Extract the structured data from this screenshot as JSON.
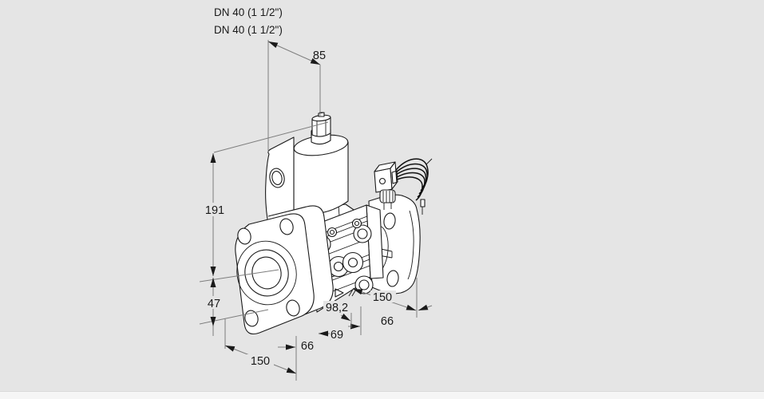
{
  "page": {
    "background_color": "#e5e5e5",
    "footer_strip_color": "#f5f5f5"
  },
  "drawing": {
    "type": "valve-dimensional-drawing",
    "connection_labels": {
      "line1": "DN 40 (1 1/2\")",
      "line2": "DN 40 (1 1/2\")"
    },
    "dimensions": {
      "solenoid_offset": "85",
      "total_height": "191",
      "flange_bottom": "47",
      "left_length": "150",
      "left_center": "66",
      "port_span": "69",
      "body_span": "98,2",
      "right_length": "150",
      "right_center": "66"
    },
    "colors": {
      "part_line": "#1a1a1a",
      "dimension_line": "#7d7d7d",
      "part_fill": "#ffffff",
      "text": "#1a1a1a"
    }
  }
}
